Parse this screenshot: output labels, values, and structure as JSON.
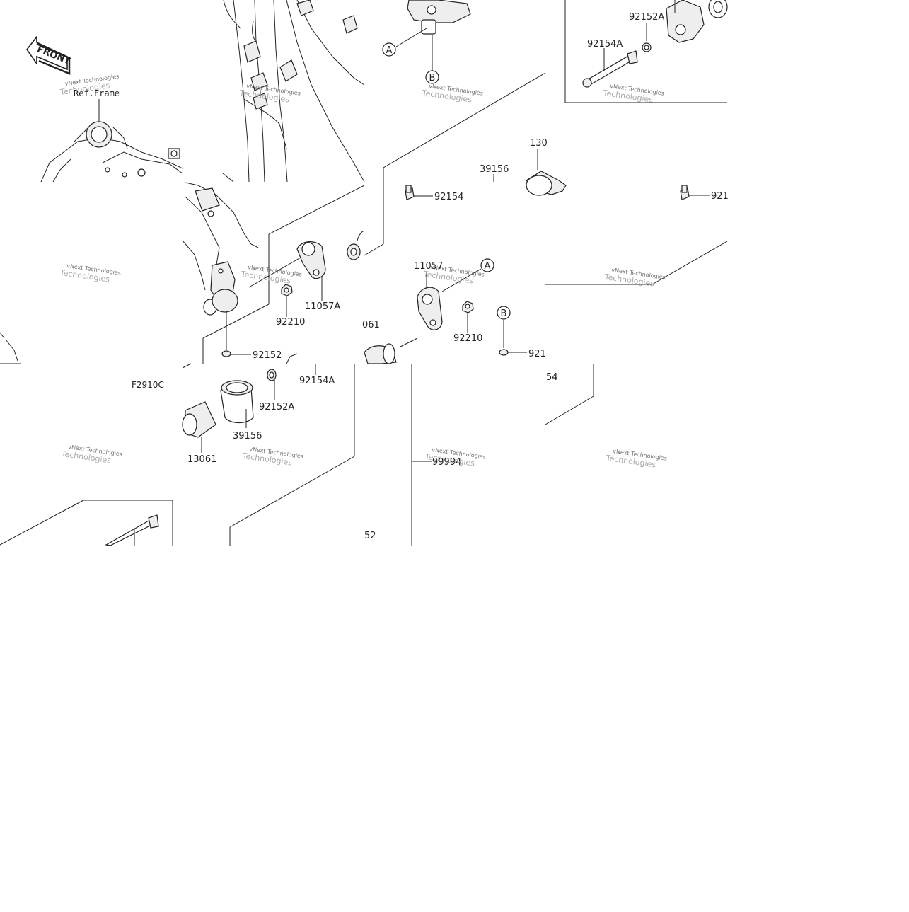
{
  "diagram_code": "F2910C",
  "front_label": "FRONT",
  "ref_label": "Ref.Frame",
  "callouts": {
    "a": "A",
    "b": "B"
  },
  "parts": {
    "p92152A_top": "92152A",
    "p92154A_top": "92154A",
    "p130_top": "130",
    "p39156_top": "39156",
    "p92154_mid": "92154",
    "p92154_right": "921",
    "p11057": "11057",
    "p11057A": "11057A",
    "p92210_left": "92210",
    "p92210_right": "92210",
    "p061": "061",
    "p92152_left": "92152",
    "p921_right": "921",
    "p92154A_mid": "92154A",
    "p54": "54",
    "p92152A_bottom": "92152A",
    "p39156_bottom": "39156",
    "p13061": "13061",
    "p99994": "99994",
    "p52": "52"
  },
  "watermark": {
    "line1": "vNext Technologies",
    "line2": "Technologies"
  }
}
